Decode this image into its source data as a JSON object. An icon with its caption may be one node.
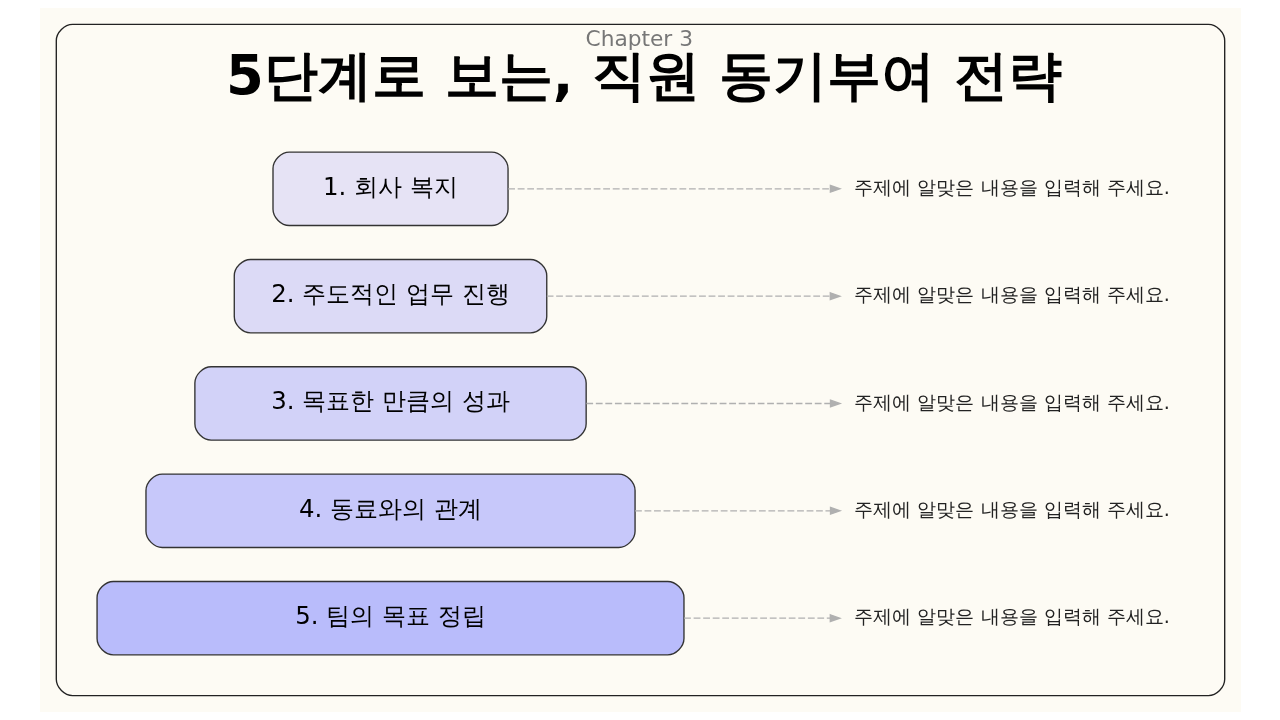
{
  "diagram": {
    "nodes": [
      {
        "text": [
          "Chapter 3",
          "5단계로 보는, 직원 동기부여 전략"
        ]
      },
      {
        "text": [
          "1. 회사 복지"
        ],
        "in": 0
      },
      {
        "text": [
          "2. 주도적인 업무 진행"
        ],
        "in": 0
      },
      {
        "text": [
          "3. 목표한 만큼의 성과"
        ],
        "in": 0
      },
      {
        "text": [
          "4. 동료와의 관계"
        ],
        "in": 0
      },
      {
        "text": [
          "5. 팀의 목표 정립"
        ],
        "in": 0
      },
      {
        "text": [
          "주제에 알맞은 내용을 입력해 주세요."
        ],
        "in": 0
      },
      {
        "text": [
          "주제에 알맞은 내용을 입력해 주세요."
        ],
        "in": 0
      },
      {
        "text": [
          "주제에 알맞은 내용을 입력해 주세요."
        ],
        "in": 0
      },
      {
        "text": [
          "주제에 알맞은 내용을 입력해 주세요."
        ],
        "in": 0
      },
      {
        "text": [
          "주제에 알맞은 내용을 입력해 주세요."
        ],
        "in": 0
      }
    ],
    "edges": [
      {
        "from": 1,
        "to": 6,
        "arrow": "to",
        "style": "dashed"
      },
      {
        "from": 2,
        "to": 7,
        "arrow": "to",
        "style": "dashed"
      },
      {
        "from": 3,
        "to": 8,
        "arrow": "to",
        "style": "dashed"
      },
      {
        "from": 4,
        "to": 9,
        "arrow": "to",
        "style": "dashed"
      },
      {
        "from": 5,
        "to": 10,
        "arrow": "to",
        "style": "dashed"
      }
    ]
  }
}
